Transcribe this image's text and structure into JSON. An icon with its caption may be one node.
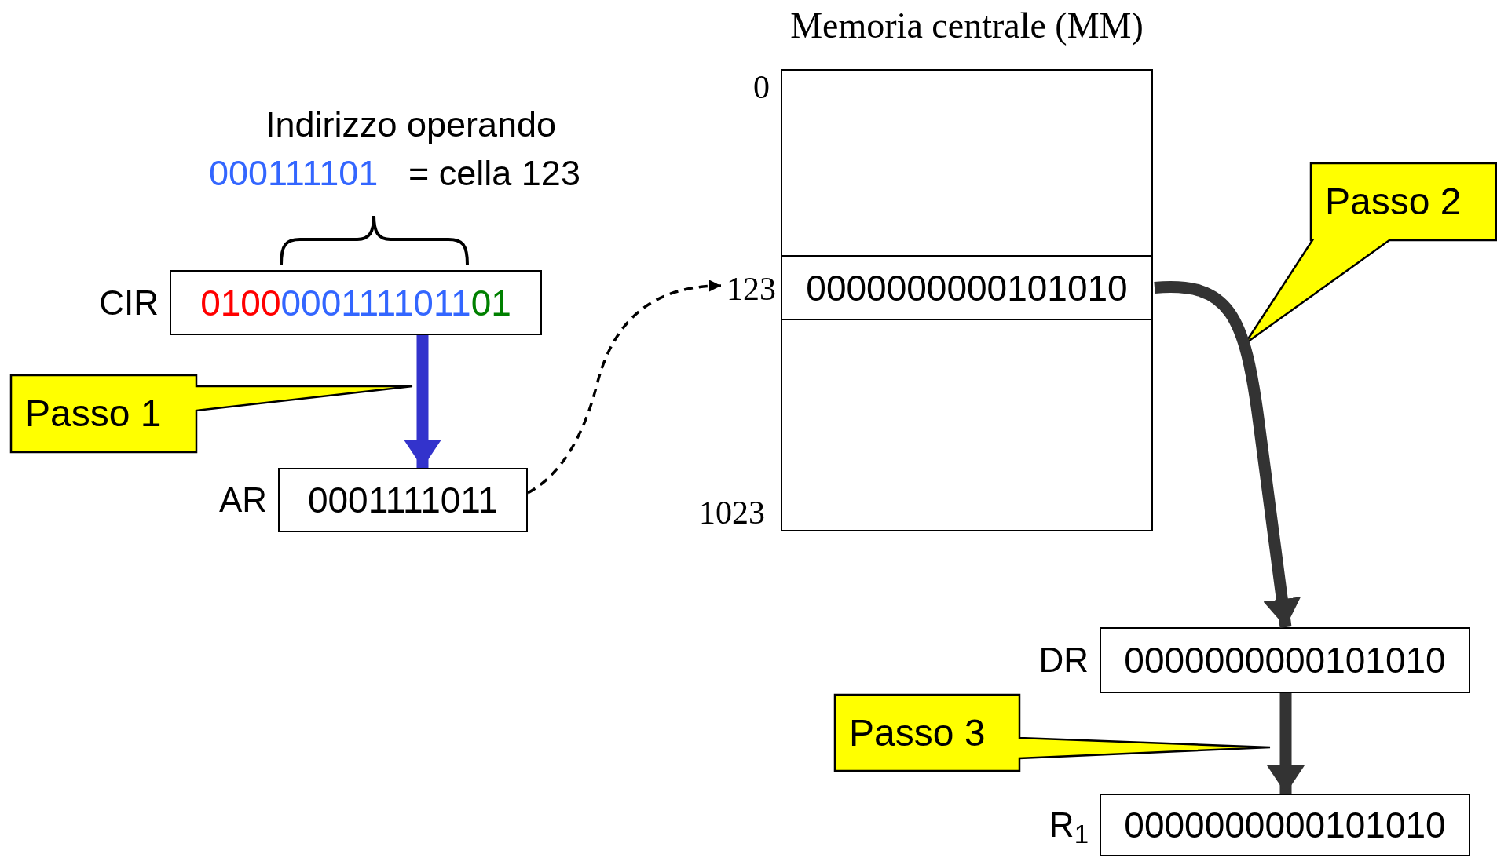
{
  "diagram": {
    "nodes": [
      {
        "text": [
          "0100000111101101"
        ],
        "beside": [
          "CIR"
        ]
      },
      {
        "text": [
          "0001111011"
        ],
        "beside": [
          "AR"
        ]
      },
      {
        "text": [
          "Memoria centrale (MM)"
        ]
      },
      {
        "text": [
          "0000000000101010"
        ],
        "in": 2
      },
      {
        "text": [
          "123"
        ]
      },
      {
        "text": [
          "0000000000101010"
        ],
        "beside": [
          "DR"
        ]
      },
      {
        "text": [
          "0000000000101010"
        ],
        "beside": [
          "R$_{1}$"
        ]
      },
      {
        "text": [
          "Passo 1"
        ]
      },
      {
        "text": [
          "Passo 2"
        ]
      },
      {
        "text": [
          "Passo 3"
        ]
      }
    ],
    "edges": [
      {
        "from": 0,
        "to": 1,
        "arrow": "to",
        "color": "#3333cc"
      },
      {
        "from": 1,
        "to": 4,
        "arrow": "to",
        "style": "dashed",
        "color": "#000000"
      },
      {
        "from": 3,
        "to": 5,
        "arrow": "to"
      },
      {
        "from": 5,
        "to": 6,
        "arrow": "to"
      }
    ],
    "labels": [
      "Indirizzo operando",
      "000111101",
      "= cella 123",
      "0",
      "1023"
    ]
  }
}
